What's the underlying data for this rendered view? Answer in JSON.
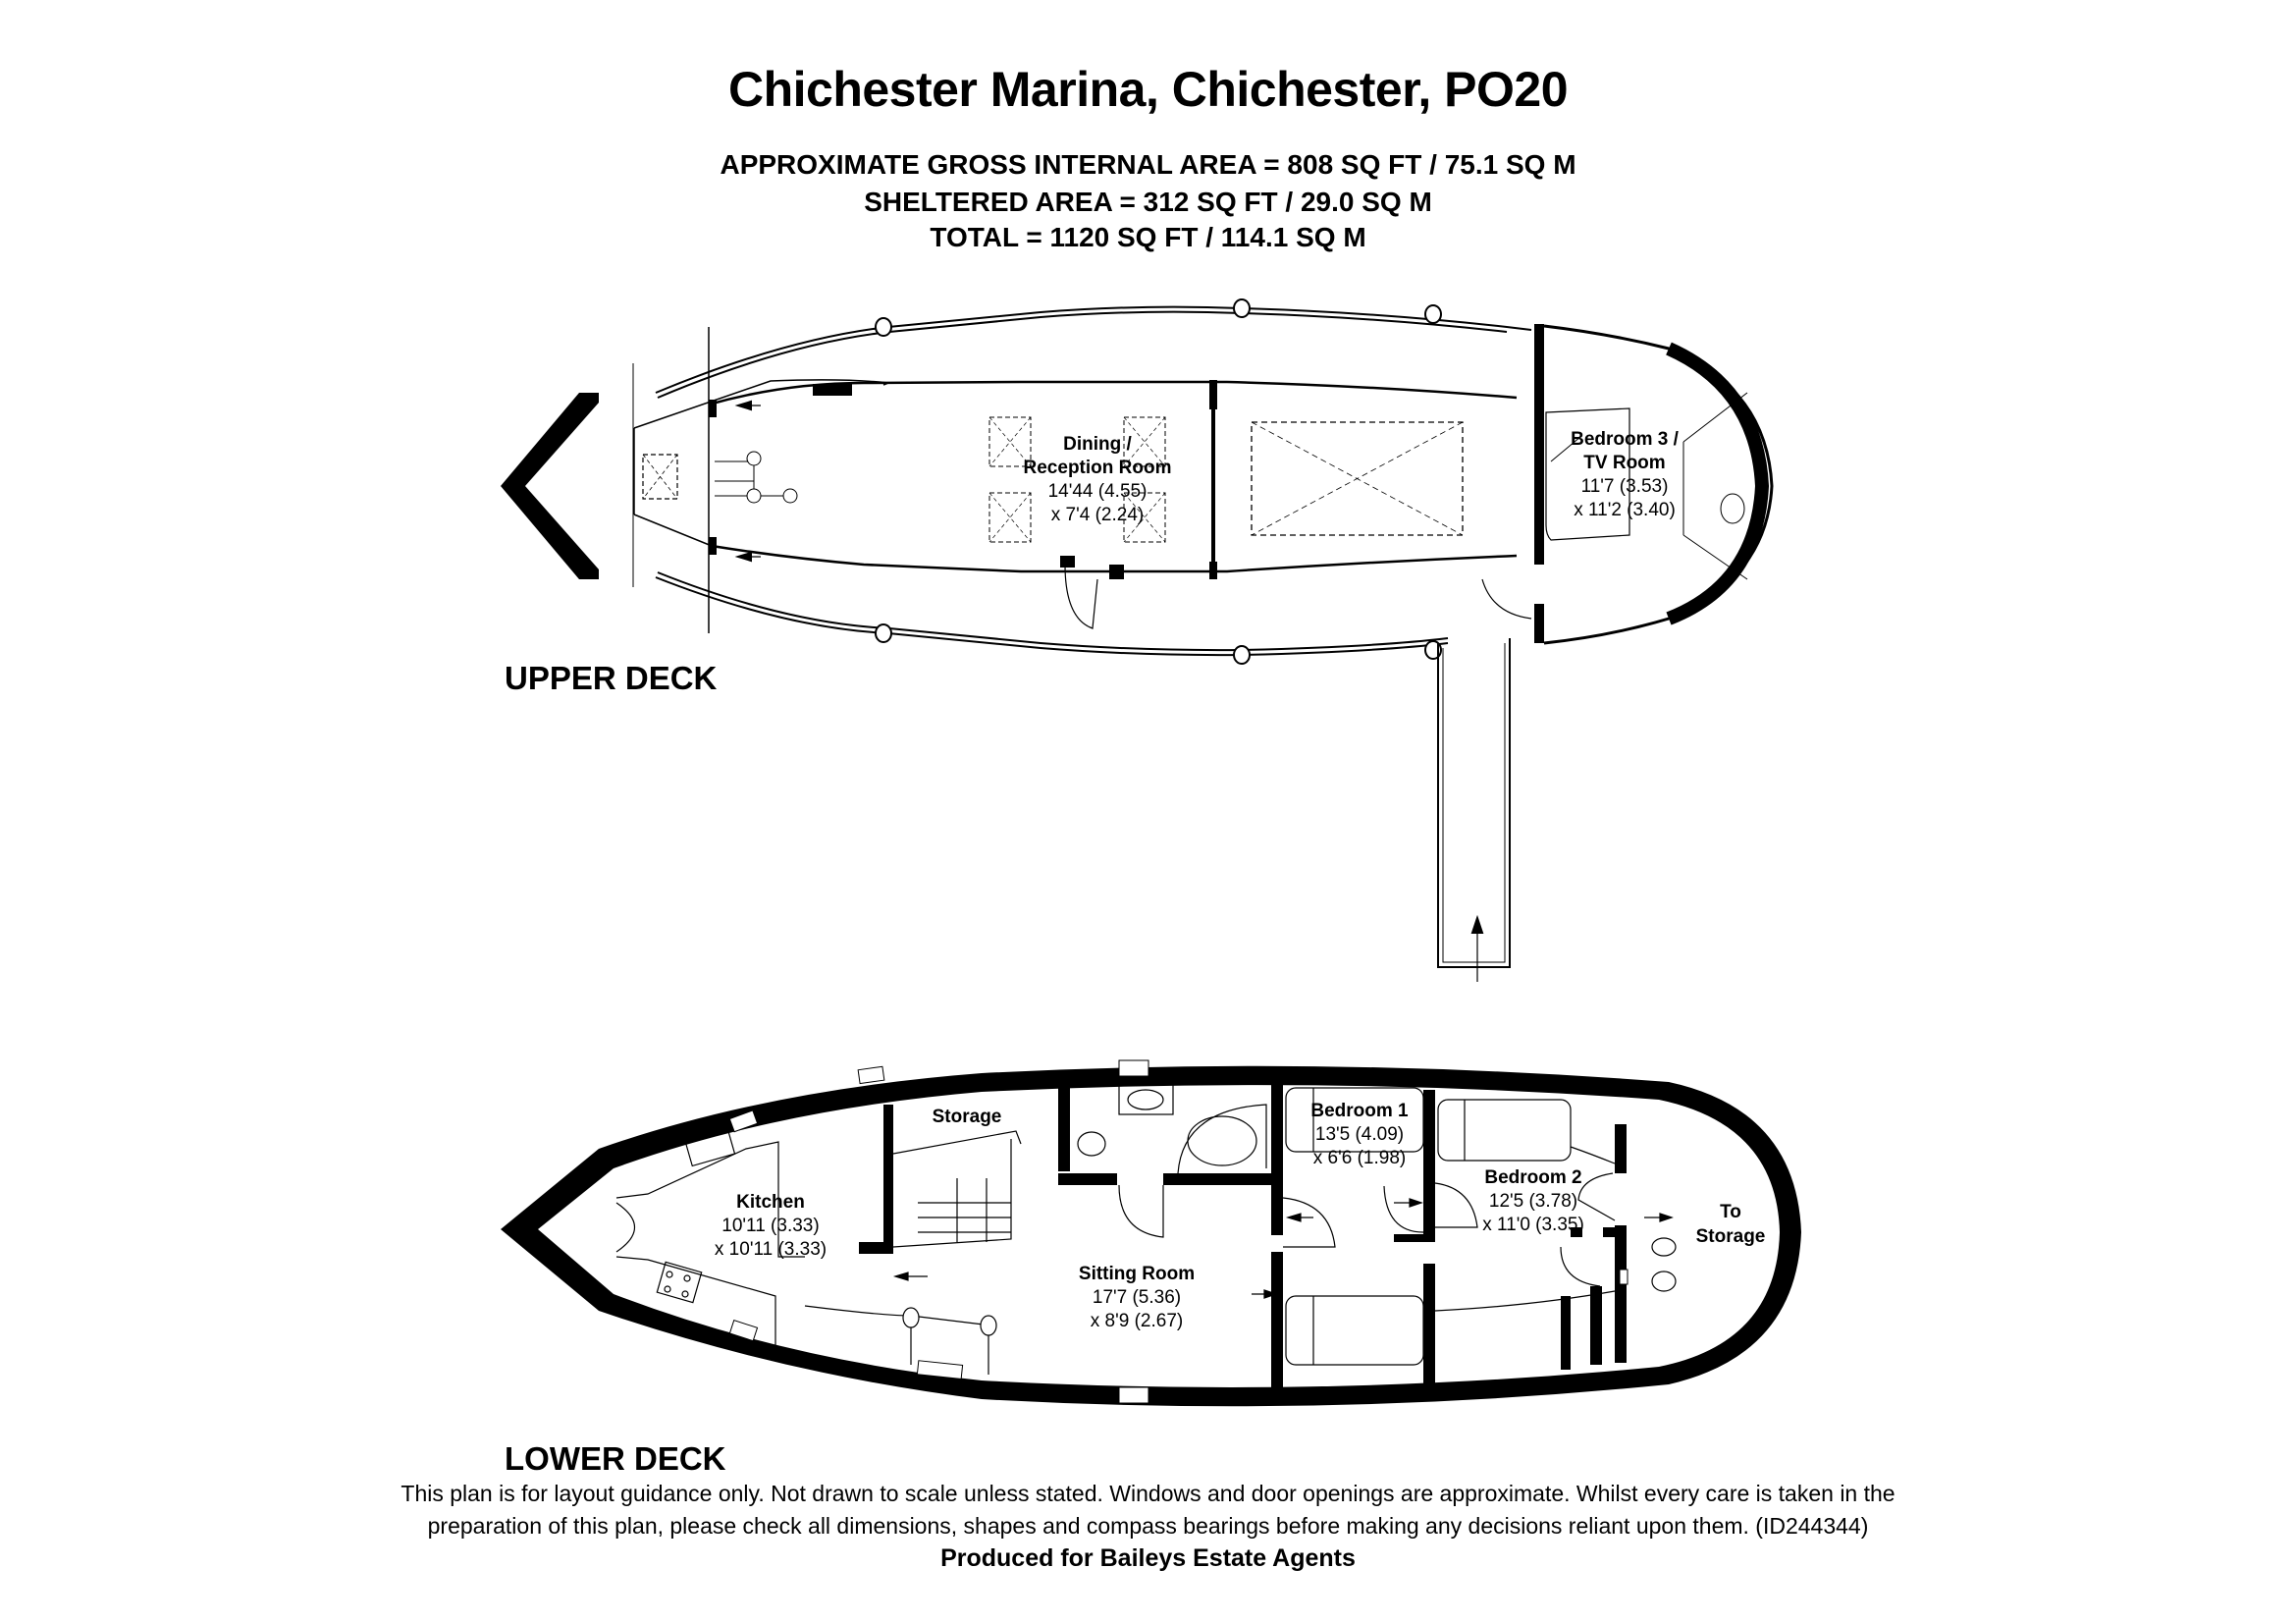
{
  "header": {
    "title": "Chichester Marina, Chichester, PO20",
    "gross_internal_area": "APPROXIMATE GROSS INTERNAL AREA =  808 SQ FT / 75.1 SQ M",
    "sheltered_area": "SHELTERED AREA = 312 SQ FT / 29.0 SQ M",
    "total": "TOTAL = 1120 SQ FT / 114.1 SQ M"
  },
  "upper_deck": {
    "label": "UPPER DECK",
    "rooms": [
      {
        "name_line1": "Dining /",
        "name_line2": "Reception Room",
        "dim1": "14'44 (4.55)",
        "dim2": "x 7'4 (2.24)"
      },
      {
        "name_line1": "Bedroom 3 /",
        "name_line2": "TV Room",
        "dim1": "11'7 (3.53)",
        "dim2": "x 11'2 (3.40)"
      }
    ]
  },
  "lower_deck": {
    "label": "LOWER DECK",
    "rooms": [
      {
        "name": "Kitchen",
        "dim1": "10'11 (3.33)",
        "dim2": "x 10'11 (3.33)"
      },
      {
        "name": "Storage"
      },
      {
        "name": "Sitting Room",
        "dim1": "17'7 (5.36)",
        "dim2": "x 8'9 (2.67)"
      },
      {
        "name": "Bedroom 1",
        "dim1": "13'5 (4.09)",
        "dim2": "x 6'6 (1.98)"
      },
      {
        "name": "Bedroom 2",
        "dim1": "12'5 (3.78)",
        "dim2": "x 11'0 (3.35)"
      },
      {
        "name_line1": "To",
        "name_line2": "Storage"
      }
    ]
  },
  "footer": {
    "disclaimer_line1": "This plan is for layout guidance only. Not drawn to scale unless stated. Windows and door openings are approximate. Whilst every care is taken in the",
    "disclaimer_line2": "preparation of this plan, please check all dimensions, shapes and compass bearings before making any decisions reliant upon them. (ID244344)",
    "produced_for": "Produced for Baileys Estate Agents"
  },
  "colors": {
    "wall": "#000000",
    "background": "#ffffff"
  }
}
